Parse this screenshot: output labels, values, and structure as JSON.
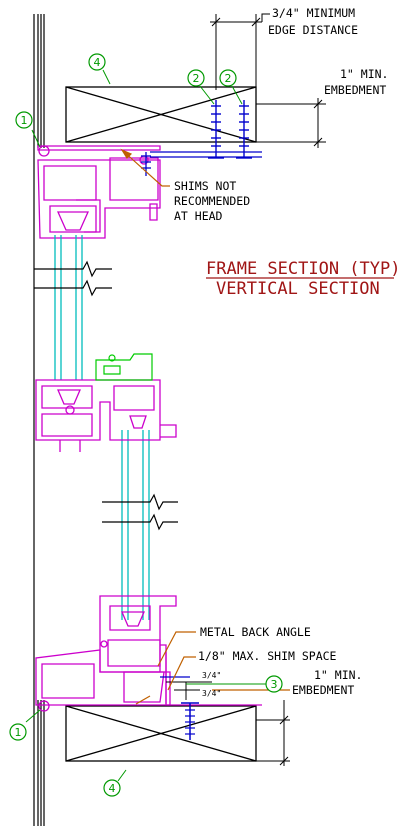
{
  "notes": {
    "edge_1": "3/4\" MINIMUM",
    "edge_2": "EDGE DISTANCE",
    "embed_top_1": "1\" MIN.",
    "embed_top_2": "EMBEDMENT",
    "shims_1": "SHIMS NOT",
    "shims_2": "RECOMMENDED",
    "shims_3": "AT HEAD",
    "title_1": "FRAME SECTION (TYP)",
    "title_2": "VERTICAL SECTION",
    "angle": "METAL BACK ANGLE",
    "shim_space": "1/8\" MAX. SHIM SPACE",
    "embed_bot_1": "1\" MIN.",
    "embed_bot_2": "EMBEDMENT",
    "dim_a": "3/4\"",
    "dim_b": "3/4\""
  },
  "tags": {
    "t1_top": "1",
    "t2_a": "2",
    "t2_b": "2",
    "t4_top": "4",
    "t3": "3",
    "t1_bot": "1",
    "t4_bot": "4"
  },
  "colors": {
    "frame": "#cc00cc",
    "glass": "#00bcbc",
    "leader": "#c06000",
    "tag": "#009900",
    "title": "#a01616",
    "screw": "#0000cc"
  }
}
